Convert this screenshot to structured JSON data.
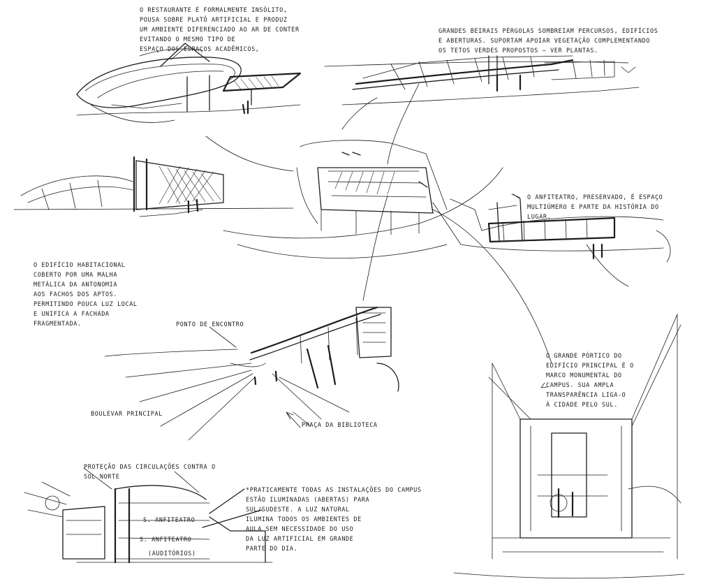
{
  "notes": {
    "restaurante": "O restaurante é formalmente insólito,\npousa sobre platô artificial e produz\num ambiente diferenciado ao ar de conter\nevitando o mesmo tipo de\nespaço dos espaços acadêmicos,",
    "pergolas": "Grandes beirais pérgolas sombreiam percursos, edifícios\ne aberturas. Suportam apoiar vegetação complementando\nos tetos verdes propostos — ver plantas.",
    "anfiteatro": "O anfiteatro, preservado, é espaço\nmultiúmero e parte da história do\nlugar.",
    "habitacional": "O edifício habitacional\ncoberto por uma malha\nmetálica da antonomia\naos fachos dos aptos.\nPermitindo pouca luz local\ne unifica a fachada\nfragmentada.",
    "portico": "O grande pórtico do\nedifício principal é o\nmarco monumental do\ncampus. Sua ampla\ntransparência liga-o\nà cidade pelo sul.",
    "circulacoes": "Proteção das circulações contra o\nsol norte",
    "instalacoes": "*Praticamente todas as instalações do campus\nestão iluminadas (abertas) para\nsul/sudeste. A luz natural\nilumina todos os ambientes de\naula sem necessidade do uso\nda luz artificial em grande\nparte do dia."
  },
  "labels": {
    "ponto": "Ponto de encontro",
    "boulevard": "Boulevar principal",
    "praca": "Praça da biblioteca",
    "s_anfi_1": "S. anfiteatro",
    "s_anfi_2": "S. anfiteatro",
    "auditorio": "(Auditórios)"
  }
}
